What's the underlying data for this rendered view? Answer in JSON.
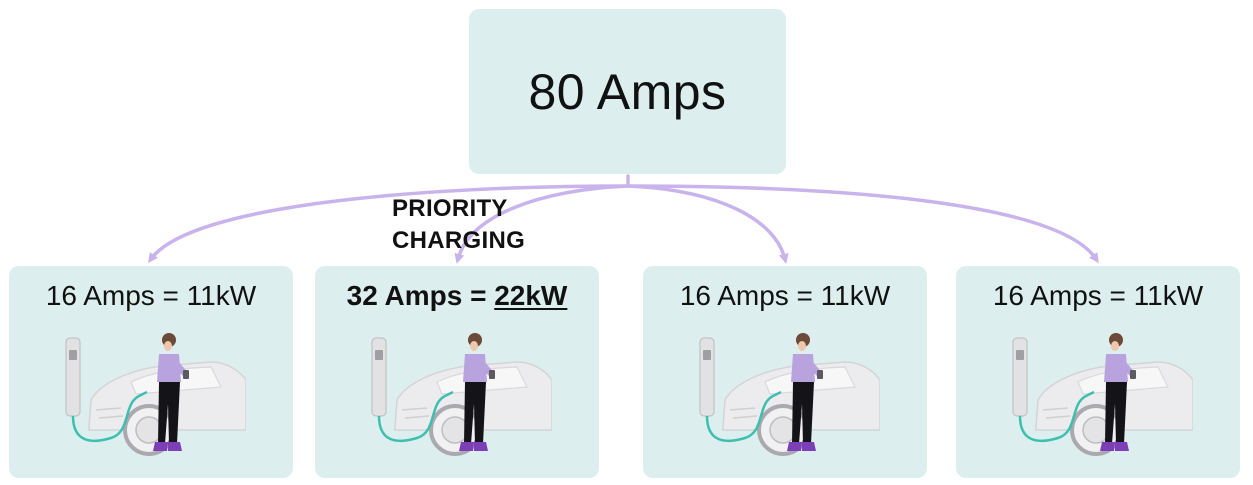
{
  "root": {
    "label": "80 Amps"
  },
  "annotation": {
    "line1": "PRIORITY",
    "line2": "CHARGING"
  },
  "chargers": [
    {
      "label": "16 Amps = 11kW"
    },
    {
      "label_prefix": "32 Amps = ",
      "label_power": "22kW",
      "priority": true
    },
    {
      "label": "16 Amps = 11kW"
    },
    {
      "label": "16 Amps = 11kW"
    }
  ],
  "colors": {
    "box_fill": "#dcefee",
    "arrow": "#c9b3ec",
    "figure_shirt": "#b9a3de",
    "cable": "#3dbfb0"
  },
  "icons": [
    "ev-charger-icon",
    "car-icon",
    "person-icon",
    "charging-cable-icon"
  ]
}
